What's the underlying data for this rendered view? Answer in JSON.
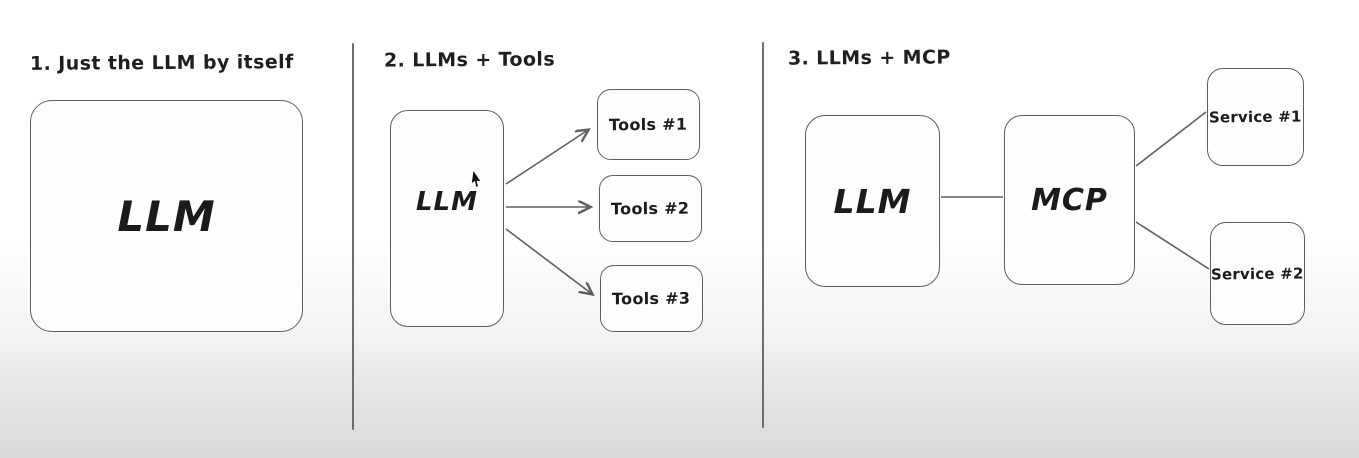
{
  "palette": {
    "background_top": "#ffffff",
    "background_bottom": "#dadada",
    "stroke": "#5f5f5f",
    "ink": "#1c1c1c",
    "node_fill": "#fefefe"
  },
  "sections": [
    {
      "heading": "1. Just the LLM by itself",
      "nodes": [
        {
          "label": "LLM"
        }
      ],
      "edges": []
    },
    {
      "heading": "2. LLMs + Tools",
      "nodes": [
        {
          "label": "LLM"
        },
        {
          "label": "Tools #1"
        },
        {
          "label": "Tools #2"
        },
        {
          "label": "Tools #3"
        }
      ],
      "edges": [
        {
          "from": "LLM",
          "to": "Tools #1",
          "arrow": true
        },
        {
          "from": "LLM",
          "to": "Tools #2",
          "arrow": true
        },
        {
          "from": "LLM",
          "to": "Tools #3",
          "arrow": true
        }
      ]
    },
    {
      "heading": "3. LLMs + MCP",
      "nodes": [
        {
          "label": "LLM"
        },
        {
          "label": "MCP"
        },
        {
          "label": "Service #1"
        },
        {
          "label": "Service #2"
        }
      ],
      "edges": [
        {
          "from": "LLM",
          "to": "MCP",
          "arrow": false
        },
        {
          "from": "MCP",
          "to": "Service #1",
          "arrow": false
        },
        {
          "from": "MCP",
          "to": "Service #2",
          "arrow": false
        }
      ]
    }
  ],
  "cursor": {
    "visible": true
  }
}
